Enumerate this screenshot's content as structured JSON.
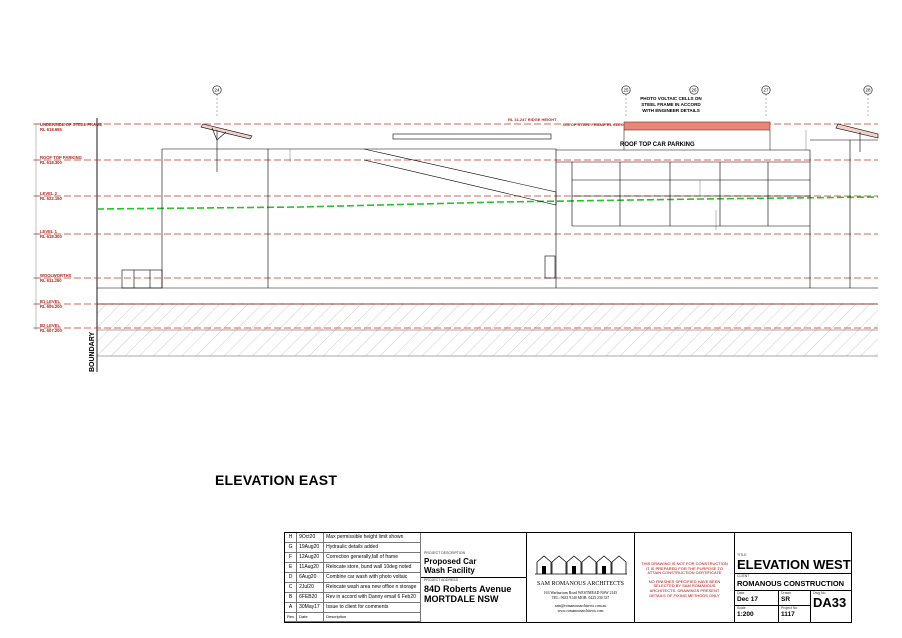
{
  "drawing": {
    "title": "ELEVATION EAST",
    "boundary_label": "BOUNDARY",
    "grid_markers": [
      "24",
      "25",
      "26",
      "27",
      "28"
    ],
    "levels": [
      {
        "name": "UNDERSIDE OF STEEL FRAME",
        "rl": "RL 618.665"
      },
      {
        "name": "ROOF TOP PARKING",
        "rl": "RL 618.300"
      },
      {
        "name": "LEVEL 2",
        "rl": "RL 622.150"
      },
      {
        "name": "LEVEL 1",
        "rl": "RL 618.300"
      },
      {
        "name": "WOOLWORTHS",
        "rl": "RL 611.250"
      },
      {
        "name": "B1 LEVEL",
        "rl": "RL 605.200"
      },
      {
        "name": "B2 LEVEL",
        "rl": "RL 607.200"
      }
    ],
    "ridge_note": "RL 31.247 RIDGE HEIGHT",
    "steel_note": "U/S OF STEEL FRAME RL 618.665",
    "pv_note": [
      "PHOTO VOLTAIC CELLS ON",
      "STEEL FRAME IN ACCORD",
      "WITH ENGINEER DETAILS"
    ],
    "roof_parking_label": "ROOF TOP CAR PARKING",
    "colors": {
      "datum": "#c0392b",
      "ground": "#27c427",
      "pv": "#e8867a"
    }
  },
  "revisions": {
    "header": [
      "Rev",
      "Date",
      "Description"
    ],
    "rows": [
      {
        "rev": "H",
        "date": "9Oct20",
        "desc": "Max permissible height limit shown"
      },
      {
        "rev": "G",
        "date": "19Aug20",
        "desc": "Hydraulic details added"
      },
      {
        "rev": "F",
        "date": "12Aug20",
        "desc": "Correction generally,fall of frame"
      },
      {
        "rev": "E",
        "date": "11Aug20",
        "desc": "Relocate store, bund wall 10deg noted"
      },
      {
        "rev": "D",
        "date": "6Aug20",
        "desc": "Combine car wash with photo voltaic"
      },
      {
        "rev": "C",
        "date": "2Jul20",
        "desc": "Relocate wash area new office n storage"
      },
      {
        "rev": "B",
        "date": "6FEB20",
        "desc": "Rev in accord with Danny email 6 Feb20"
      },
      {
        "rev": "A",
        "date": "30May17",
        "desc": "Issue to client for comments"
      }
    ]
  },
  "project": {
    "desc_label": "PROJECT DESCRIPTION",
    "description_line1": "Proposed Car",
    "description_line2": "Wash Facility",
    "addr_label": "PROJECT ADDRESS",
    "address_line1": "84D Roberts Avenue",
    "address_line2": "MORTDALE NSW"
  },
  "architect": {
    "name": "SAM ROMANOUS ARCHITECTS",
    "address": "163 Warburtons Road WESTMEAD NSW 2145",
    "phone": "TEL: 9633 9140  MOB: 0425 230 337",
    "email": "sam@romanousarchitects.com.au",
    "web": "www.romanousarchitects.com"
  },
  "notes": {
    "line1": "THIS DRAWING IS NOT FOR CONSTRUCTION",
    "line2": "IT IS PREPARED FOR THE PURPOSE TO",
    "line3": "ATTAIN CONSTRUCTION CERTIFICATE",
    "line4": "NO FINISHES SPECIFIED HAVE BEEN",
    "line5": "SELECTED BY SAM ROMANOUS",
    "line6": "ARCHITECTS. DRAWINGS PRESENT",
    "line7": "DETAILS OF FIXING METHODS ONLY"
  },
  "sheet": {
    "title_label": "TITLE",
    "title": "ELEVATION WEST",
    "client_label": "CLIENT",
    "client": "ROMANOUS CONSTRUCTION",
    "date_label": "Date",
    "date": "Dec 17",
    "drawn_label": "Drawn",
    "drawn": "SR",
    "scale_label": "Scale",
    "scale": "1:200",
    "project_no_label": "Project No",
    "project_no": "1117",
    "dwg_no_label": "Dwg No",
    "dwg_no": "DA33"
  }
}
